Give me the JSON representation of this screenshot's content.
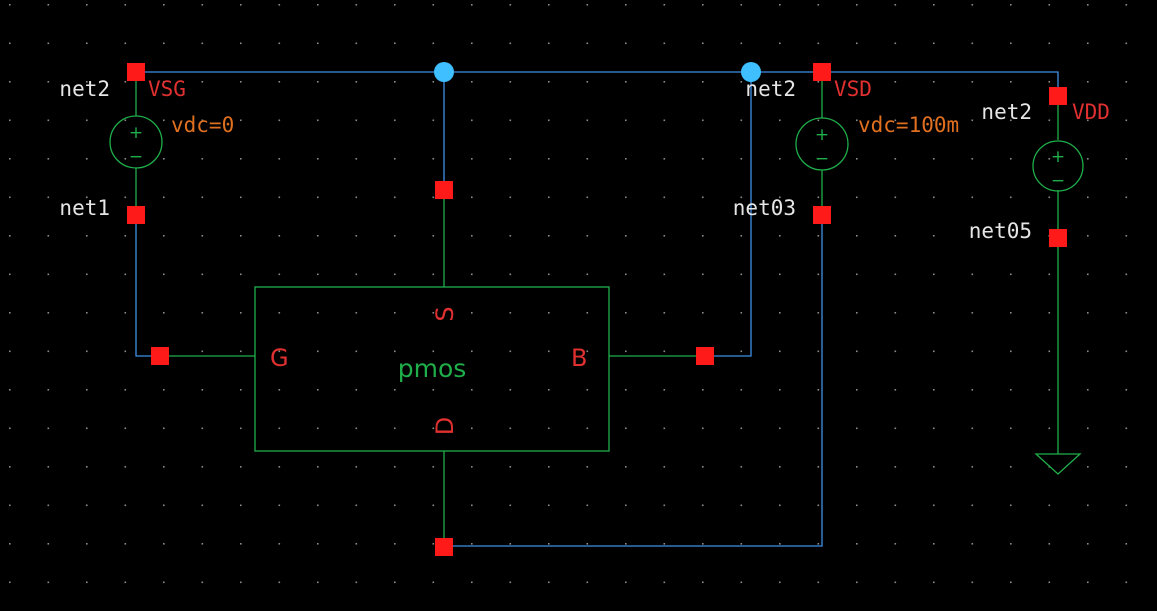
{
  "colors": {
    "background": "#000000",
    "wire": "#3f8fe6",
    "symbol": "#1fae4a",
    "pin": "#ff1a1a",
    "instance_label": "#e03030",
    "parameter": "#e07020",
    "net_label": "#e6e6e6",
    "junction": "#3fbfff",
    "grid_dot": "#9a9a9a"
  },
  "device": {
    "model": "pmos",
    "pins": {
      "gate": "G",
      "source": "S",
      "drain": "D",
      "bulk": "B"
    }
  },
  "sources": {
    "vsg": {
      "name": "VSG",
      "param": "vdc=0",
      "top_net": "net2",
      "bottom_net": "net1"
    },
    "vsd": {
      "name": "VSD",
      "param": "vdc=100m",
      "top_net": "net2",
      "bottom_net": "net03"
    },
    "vdd": {
      "name": "VDD",
      "top_net": "net2",
      "bottom_net": "net05"
    }
  },
  "symbols": {
    "plus": "+",
    "minus": "−"
  }
}
